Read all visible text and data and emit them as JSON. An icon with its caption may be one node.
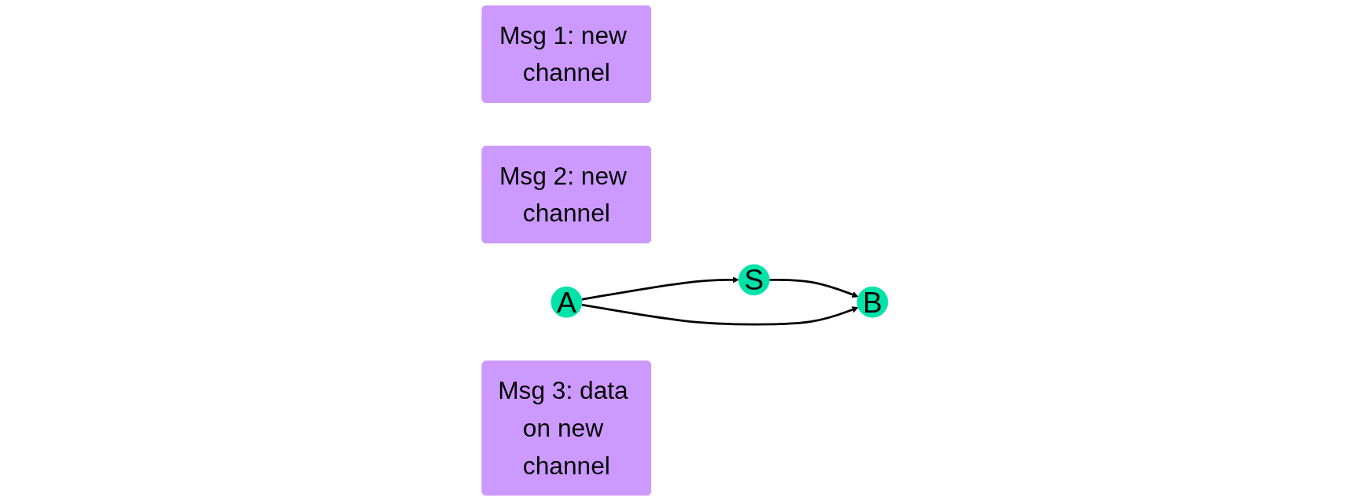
{
  "diagram": {
    "nodes": [
      {
        "text": [
          "Msg 1: new channel"
        ]
      },
      {
        "text": [
          "S"
        ]
      },
      {
        "text": [
          "Msg 2: new channel"
        ]
      },
      {
        "text": [
          "A"
        ]
      },
      {
        "text": [
          "B"
        ]
      },
      {
        "text": [
          "Msg 3: data on new channel"
        ]
      }
    ],
    "edges": [
      {
        "from": 3,
        "to": 1,
        "arrow": "to"
      },
      {
        "from": 1,
        "to": 4,
        "arrow": "to"
      },
      {
        "from": 3,
        "to": 4,
        "arrow": "to"
      }
    ]
  }
}
